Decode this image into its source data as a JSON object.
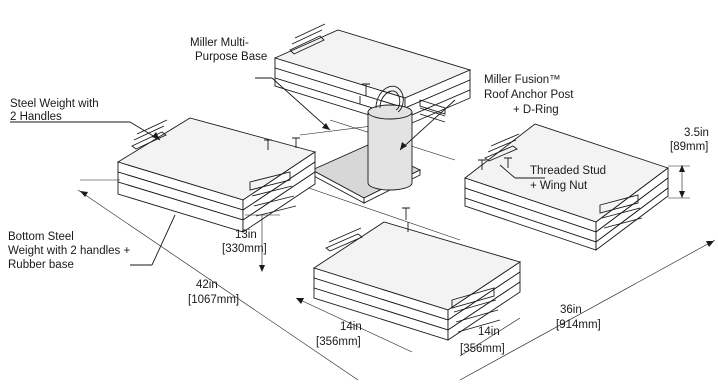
{
  "callouts": {
    "base": [
      "Miller Multi-",
      "Purpose Base"
    ],
    "post": [
      "Miller Fusion™",
      "Roof Anchor Post",
      "+ D-Ring"
    ],
    "steel_weight": [
      "Steel Weight with",
      "2 Handles"
    ],
    "stud": [
      "Threaded Stud",
      "+ Wing Nut"
    ],
    "bottom_weight": [
      "Bottom Steel",
      "Weight with 2 handles +",
      "Rubber base"
    ]
  },
  "dimensions": {
    "d13": [
      "13in",
      "[330mm]"
    ],
    "d42": [
      "42in",
      "[1067mm]"
    ],
    "d14a": [
      "14in",
      "[356mm]"
    ],
    "d14b": [
      "14in",
      "[356mm]"
    ],
    "d36": [
      "36in",
      "[914mm]"
    ],
    "d35": [
      "3.5in",
      "[89mm]"
    ]
  },
  "colors": {
    "line": "#1a1a1a",
    "top_face": "#f3f3f3",
    "base": "#d7d7d7"
  }
}
